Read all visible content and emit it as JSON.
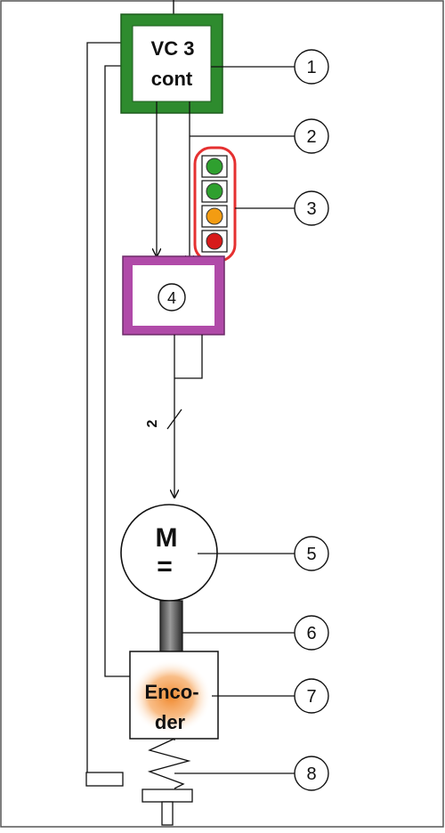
{
  "controller": {
    "line1": "VC 3",
    "line2": "cont",
    "border_color": "#2e8b2e"
  },
  "driver": {
    "label": "4",
    "border_color": "#b04aa8"
  },
  "motor": {
    "line1": "M",
    "line2": "="
  },
  "encoder": {
    "line1": "Enco-",
    "line2": "der",
    "glow_color": "#f08a30"
  },
  "signal_count": "2",
  "leds": {
    "colors": [
      "#2fa02f",
      "#2fa02f",
      "#f39c12",
      "#d61a1a"
    ],
    "outline_color": "#e53030"
  },
  "callouts": [
    "1",
    "2",
    "3",
    "5",
    "6",
    "7",
    "8"
  ]
}
